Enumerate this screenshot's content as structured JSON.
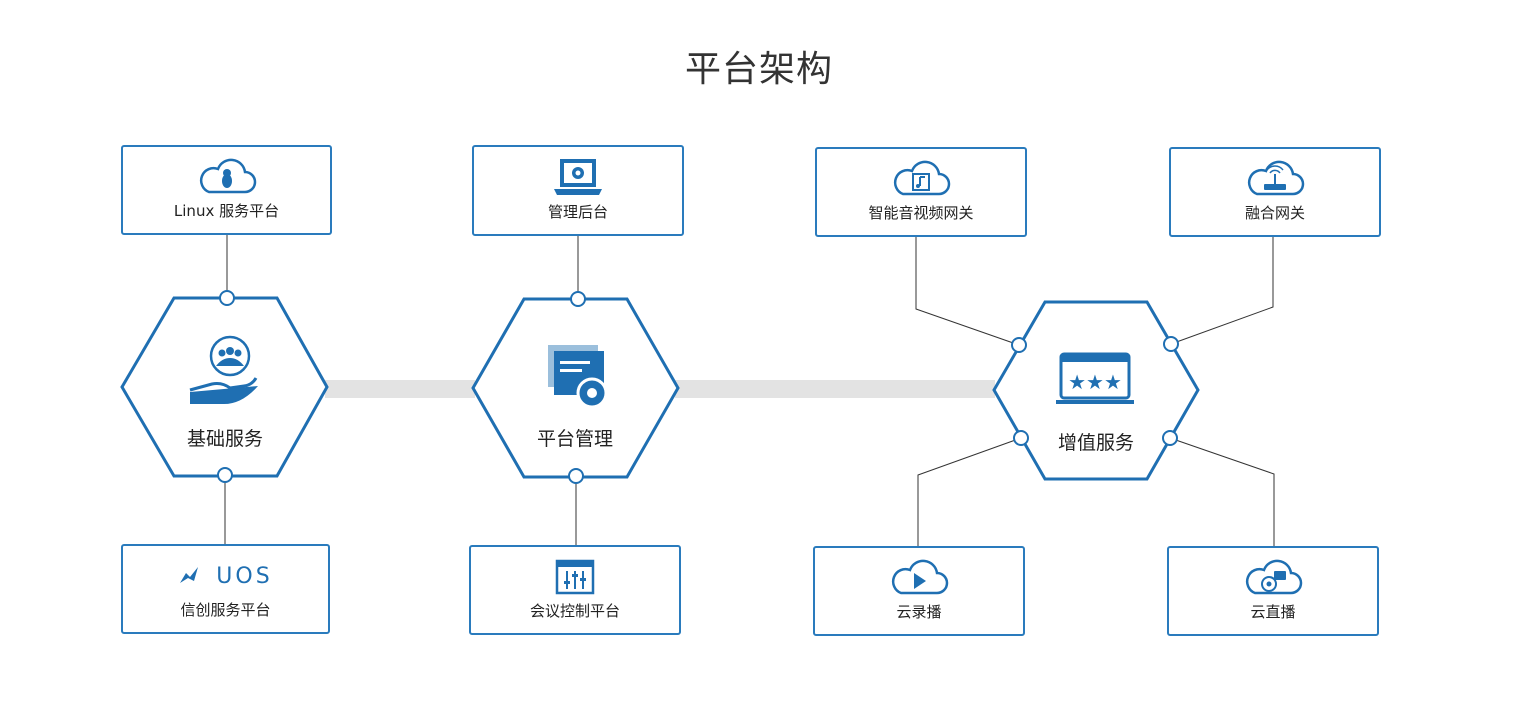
{
  "title": "平台架构",
  "colors": {
    "accent": "#2a7bbd",
    "bar": "#e3e3e3",
    "line": "#333333"
  },
  "hexagons": {
    "basic": {
      "label": "基础服务",
      "icon": "hand-users-icon"
    },
    "platform": {
      "label": "平台管理",
      "icon": "folder-gear-icon"
    },
    "value": {
      "label": "增值服务",
      "icon": "rating-screen-icon"
    }
  },
  "boxes": {
    "linux": {
      "label": "Linux 服务平台",
      "icon": "cloud-linux-icon"
    },
    "admin": {
      "label": "管理后台",
      "icon": "laptop-gear-icon"
    },
    "av_gateway": {
      "label": "智能音视频网关",
      "icon": "cloud-music-icon"
    },
    "fusion_gateway": {
      "label": "融合网关",
      "icon": "cloud-router-icon"
    },
    "xinchuang": {
      "label": "信创服务平台",
      "logo_text": "UOS",
      "icon": "uos-logo-icon"
    },
    "conference": {
      "label": "会议控制平台",
      "icon": "control-panel-icon"
    },
    "recording": {
      "label": "云录播",
      "icon": "cloud-play-icon"
    },
    "live": {
      "label": "云直播",
      "icon": "cloud-live-icon"
    }
  }
}
